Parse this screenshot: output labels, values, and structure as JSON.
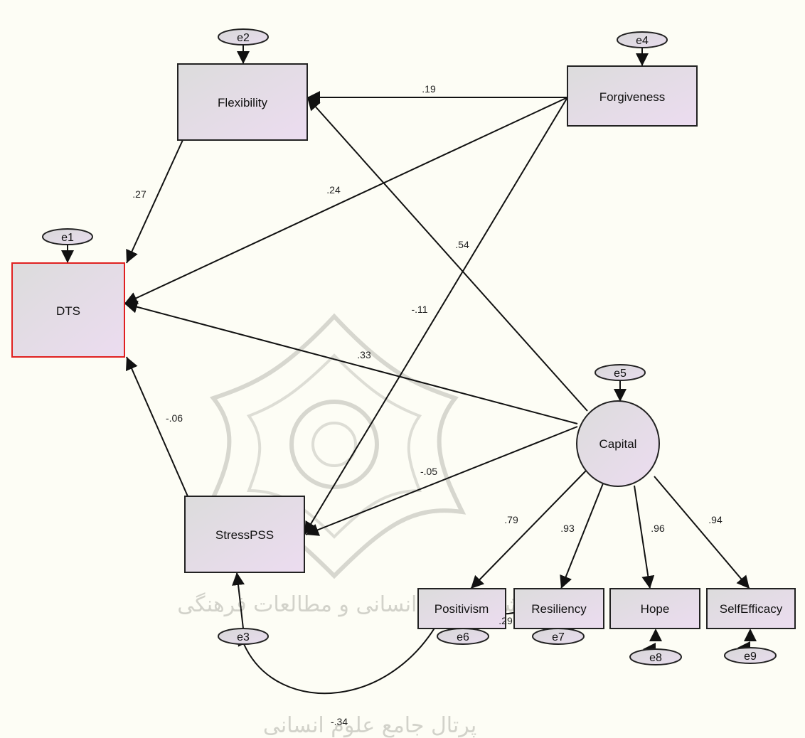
{
  "diagram": {
    "observed": {
      "flexibility": "Flexibility",
      "forgiveness": "Forgiveness",
      "dts": "DTS",
      "stress": "StressPSS",
      "positivism": "Positivism",
      "resiliency": "Resiliency",
      "hope": "Hope",
      "selfefficacy": "SelfEfficacy"
    },
    "latent": {
      "capital": "Capital"
    },
    "errors": {
      "e1": "e1",
      "e2": "e2",
      "e3": "e3",
      "e4": "e4",
      "e5": "e5",
      "e6": "e6",
      "e7": "e7",
      "e8": "e8",
      "e9": "e9"
    },
    "paths": {
      "forgiveness_flexibility": ".19",
      "flexibility_dts": ".27",
      "forgiveness_dts": ".24",
      "capital_flexibility": ".54",
      "forgiveness_stress": "-.11",
      "capital_dts": ".33",
      "stress_dts": "-.06",
      "capital_stress": "-.05",
      "capital_positivism": ".79",
      "capital_resiliency": ".93",
      "capital_hope": ".96",
      "capital_selfefficacy": ".94",
      "e6_e7": ".29",
      "e3_e6": "-.34"
    },
    "watermark_text": "پژوهشگاه علوم انسانی و مطالعات فرهنگی",
    "watermark_text2": "پرتال جامع علوم انسانی"
  }
}
